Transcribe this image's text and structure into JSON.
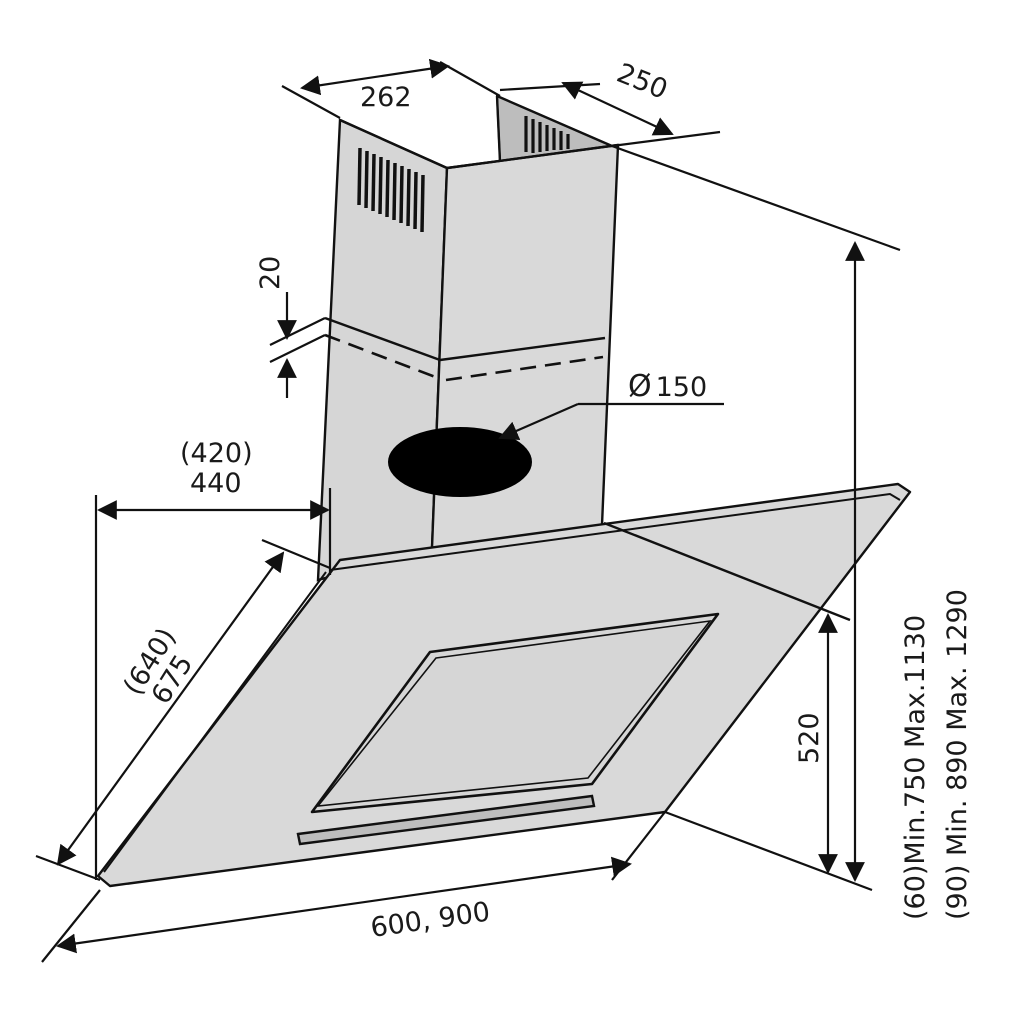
{
  "dimensions": {
    "chimney_width": "262",
    "chimney_depth": "250",
    "overlap": "20",
    "outlet_diameter": "150",
    "outlet_symbol": "Ø",
    "depth_alt": "(420)",
    "depth": "440",
    "glass_length_alt": "(640)",
    "glass_length": "675",
    "width": "600, 900",
    "front_height": "520",
    "height_range_60": "(60)Min.750  Max.1130",
    "height_range_90": "(90) Min. 890 Max. 1290"
  },
  "colors": {
    "steel": "#d6d6d6",
    "steel_dark": "#bdbdbd",
    "glass": "#d9d9d9",
    "outline": "#111111",
    "outlet": "#000000"
  },
  "icons": {
    "vent_grille": "vent-grille-icon",
    "outlet": "air-outlet-icon"
  }
}
